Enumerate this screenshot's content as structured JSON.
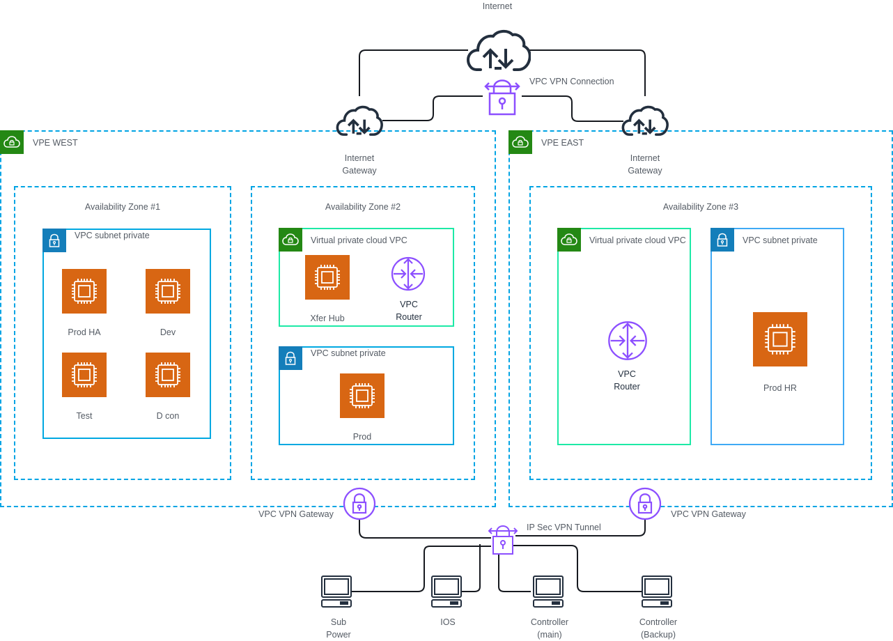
{
  "internet": {
    "label": "Internet"
  },
  "vpn_connection": {
    "label": "VPC VPN Connection"
  },
  "regions": [
    {
      "id": "west",
      "title": "VPE WEST",
      "igw_label_line1": "Internet",
      "igw_label_line2": "Gateway",
      "vpn_gateway_label": "VPC VPN Gateway"
    },
    {
      "id": "east",
      "title": "VPE EAST",
      "igw_label_line1": "Internet",
      "igw_label_line2": "Gateway",
      "vpn_gateway_label": "VPC VPN Gateway"
    }
  ],
  "zones": {
    "az1": {
      "title": "Availability Zone #1",
      "subnet": {
        "title": "VPC subnet private",
        "instances": [
          "Prod HA",
          "Dev",
          "Test",
          "D con"
        ]
      }
    },
    "az2": {
      "title": "Availability Zone #2",
      "vpc": {
        "title": "Virtual private cloud VPC",
        "instance": "Xfer Hub",
        "router_line1": "VPC",
        "router_line2": "Router"
      },
      "subnet": {
        "title": "VPC subnet private",
        "instance": "Prod"
      }
    },
    "az3": {
      "title": "Availability Zone #3",
      "vpc": {
        "title": "Virtual private cloud VPC",
        "router_line1": "VPC",
        "router_line2": "Router"
      },
      "subnet": {
        "title": "VPC subnet private",
        "instance": "Prod HR"
      }
    }
  },
  "tunnel": {
    "label": "IP Sec VPN Tunnel"
  },
  "clients": [
    {
      "line1": "Sub",
      "line2": "Power"
    },
    {
      "line1": "IOS",
      "line2": ""
    },
    {
      "line1": "Controller",
      "line2": "(main)"
    },
    {
      "line1": "Controller",
      "line2": "(Backup)"
    }
  ],
  "colors": {
    "region_border": "#00a4e4",
    "vpc_border": "#1de9a6",
    "subnet_border": "#00a8e1",
    "vpc_badge": "#248814",
    "subnet_badge": "#147eba",
    "ec2": "#d86613",
    "network_purple": "#8c4fff",
    "cloud_dark": "#232f3e"
  }
}
